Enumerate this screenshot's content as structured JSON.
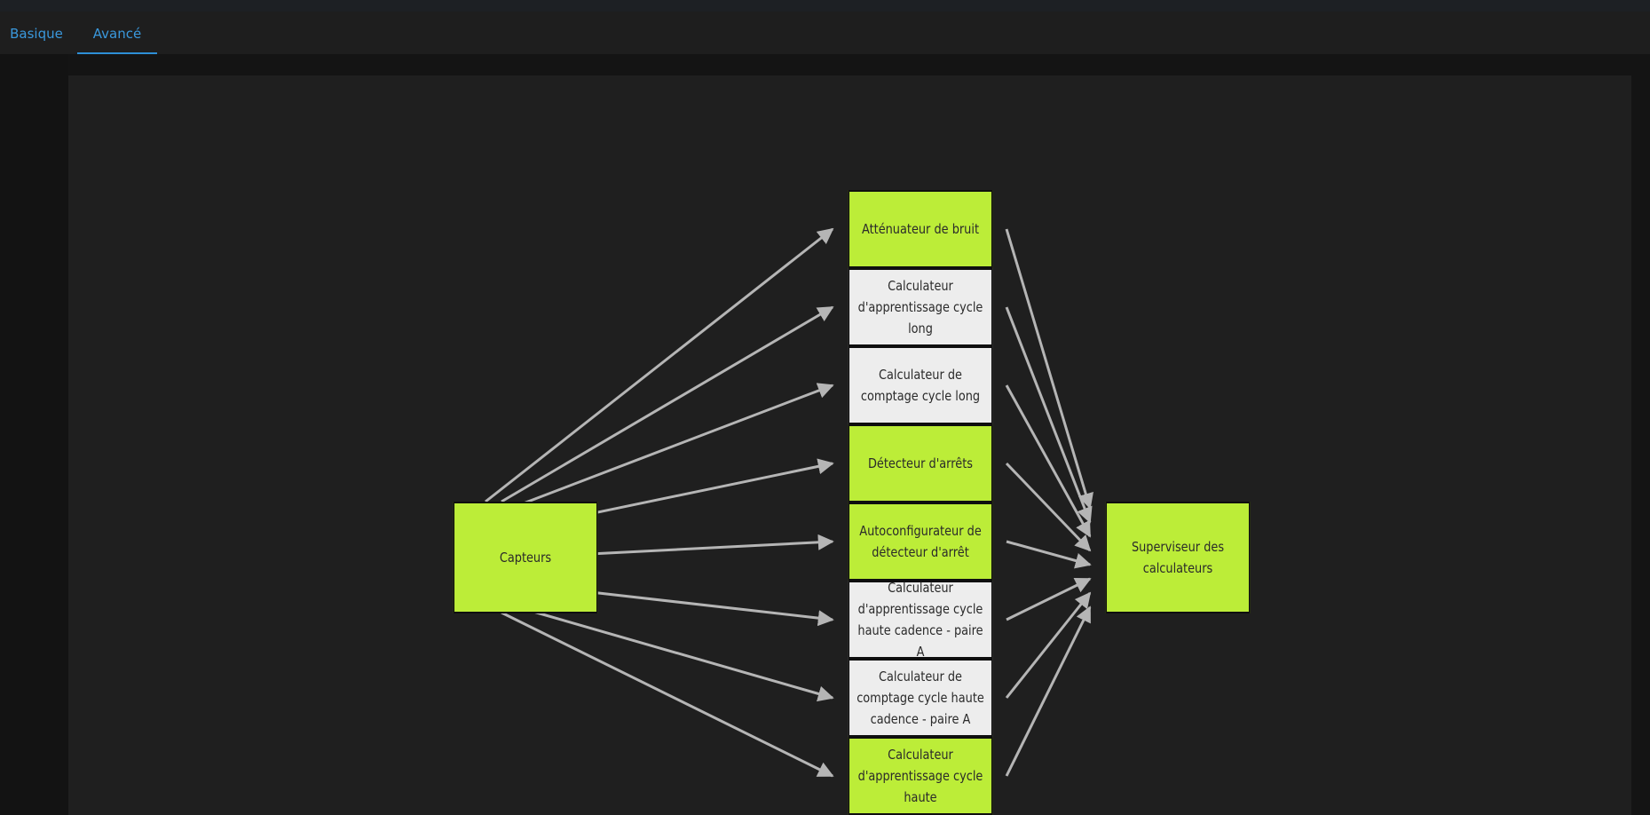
{
  "tabs": [
    {
      "label": "Basique",
      "active": false
    },
    {
      "label": "Avancé",
      "active": true
    }
  ],
  "colors": {
    "accent": "#2d8fd6",
    "node_active": "#bced38",
    "node_inactive": "#ededed",
    "edge": "#b5b5b5"
  },
  "diagram": {
    "source": {
      "label": "Capteurs"
    },
    "middle": [
      {
        "label": "Atténuateur de bruit",
        "state": "active"
      },
      {
        "label": "Calculateur d'apprentissage cycle long",
        "state": "inactive"
      },
      {
        "label": "Calculateur de comptage cycle long",
        "state": "inactive"
      },
      {
        "label": "Détecteur d'arrêts",
        "state": "active"
      },
      {
        "label": "Autoconfigurateur de détecteur d'arrêt",
        "state": "active"
      },
      {
        "label": "Calculateur d'apprentissage cycle haute cadence - paire A",
        "state": "inactive"
      },
      {
        "label": "Calculateur de comptage cycle haute cadence - paire A",
        "state": "inactive"
      },
      {
        "label": "Calculateur d'apprentissage cycle haute",
        "state": "active"
      }
    ],
    "target": {
      "label": "Superviseur des calculateurs"
    }
  }
}
